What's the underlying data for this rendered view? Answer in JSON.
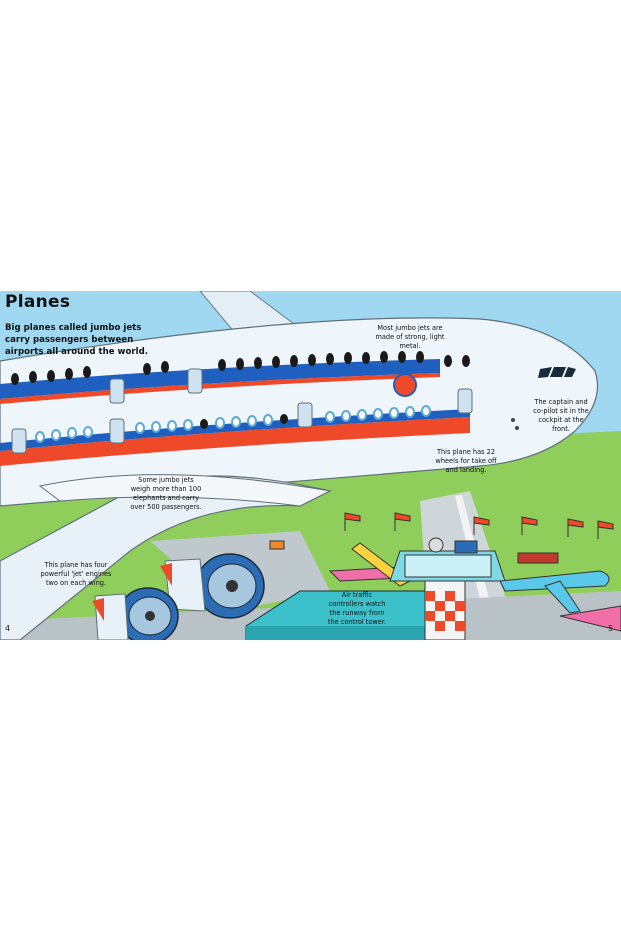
{
  "page": {
    "title": "Planes",
    "intro": "Big planes called jumbo jets carry passengers between airports all around the world.",
    "page_left": "4",
    "page_right": "5"
  },
  "captions": {
    "metal": "Most jumbo jets are made of strong, light metal.",
    "captain": "The captain and co-pilot sit in the cockpit at the front.",
    "wheels": "This plane has 22 wheels for take off and landing.",
    "elephants": "Some jumbo jets weigh more than 100 elephants and carry over 500 passengers.",
    "engines": "This plane has four powerful 'jet' engines two on each wing.",
    "tower": "Air traffic controllers watch the runway from the control tower."
  },
  "colors": {
    "sky": "#9fd8f0",
    "grass": "#8fce5a",
    "fuselage": "#eef6fb",
    "stripe_blue": "#1e5fbf",
    "stripe_red": "#ee4a2a",
    "tower": "#7fd9e4",
    "terminal": "#3cc0c9"
  }
}
